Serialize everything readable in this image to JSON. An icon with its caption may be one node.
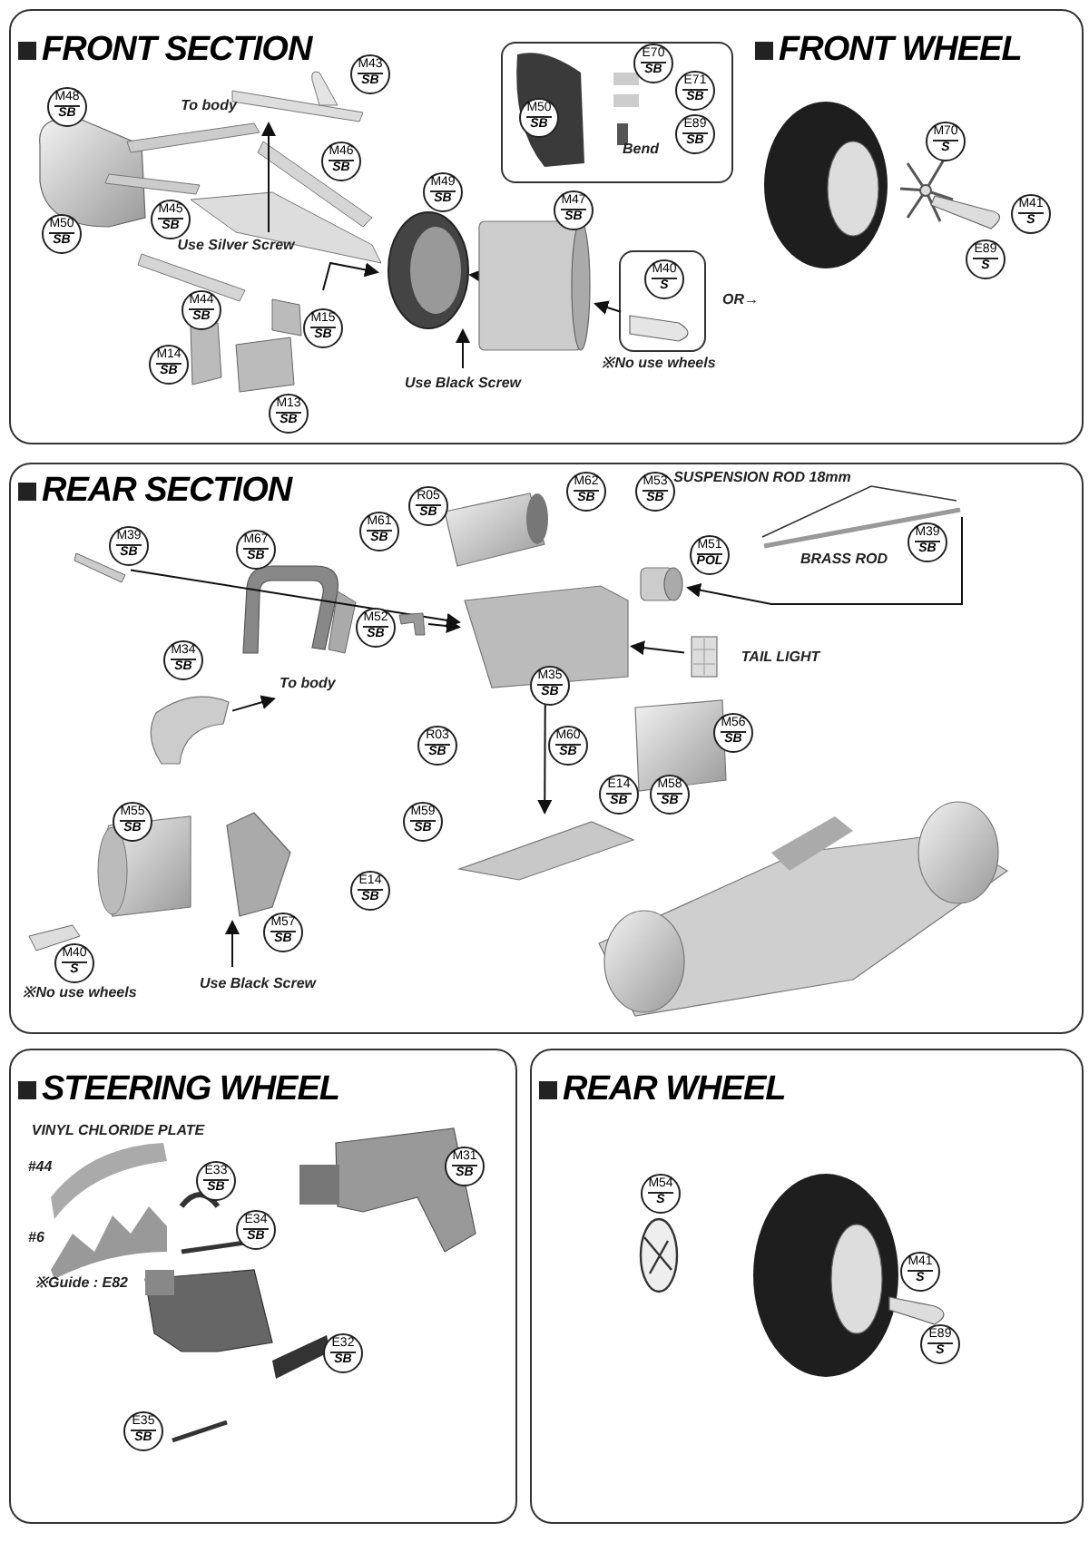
{
  "diagram": {
    "nodes": [
      {
        "text": [
          "FRONT SECTION",
          "FRONT WHEEL"
        ]
      },
      {
        "text": [],
        "shape": "box",
        "in": 0
      },
      {
        "text": [],
        "shape": "box",
        "in": 0
      },
      {
        "text": [
          "REAR SECTION"
        ]
      },
      {
        "text": [
          "STEERING WHEEL"
        ]
      },
      {
        "text": [
          "REAR WHEEL"
        ]
      },
      {
        "text": [
          "M48",
          "SB"
        ],
        "in": 0
      },
      {
        "text": [
          "M43",
          "SB"
        ],
        "in": 0
      },
      {
        "text": [
          "M46",
          "SB"
        ],
        "in": 0
      },
      {
        "text": [
          "M45",
          "SB"
        ],
        "in": 0
      },
      {
        "text": [
          "M50",
          "SB"
        ],
        "in": 0
      },
      {
        "text": [
          "M49",
          "SB"
        ],
        "in": 0
      },
      {
        "text": [
          "M47",
          "SB"
        ],
        "in": 0
      },
      {
        "text": [
          "M44",
          "SB"
        ],
        "in": 0
      },
      {
        "text": [
          "M15",
          "SB"
        ],
        "in": 0
      },
      {
        "text": [
          "M14",
          "SB"
        ],
        "in": 0
      },
      {
        "text": [
          "M13",
          "SB"
        ],
        "in": 0
      },
      {
        "text": [
          "M50",
          "SB"
        ],
        "in": 1
      },
      {
        "text": [
          "E70",
          "SB"
        ],
        "in": 1
      },
      {
        "text": [
          "E71",
          "SB"
        ],
        "in": 1
      },
      {
        "text": [
          "E89",
          "SB"
        ],
        "in": 1
      },
      {
        "text": [
          "M40",
          "S"
        ],
        "in": 2
      },
      {
        "text": [
          "M70",
          "S"
        ],
        "in": 0
      },
      {
        "text": [
          "M41",
          "S"
        ],
        "in": 0
      },
      {
        "text": [
          "E89",
          "S"
        ],
        "in": 0
      },
      {
        "text": [
          "M39",
          "SB"
        ],
        "in": 3
      },
      {
        "text": [
          "M67",
          "SB"
        ],
        "in": 3
      },
      {
        "text": [
          "M61",
          "SB"
        ],
        "in": 3
      },
      {
        "text": [
          "R05",
          "SB"
        ],
        "in": 3
      },
      {
        "text": [
          "M62",
          "SB"
        ],
        "in": 3
      },
      {
        "text": [
          "M53",
          "SB"
        ],
        "in": 3
      },
      {
        "text": [
          "M51",
          "POL"
        ],
        "in": 3
      },
      {
        "text": [
          "M39",
          "SB"
        ],
        "in": 3
      },
      {
        "text": [
          "M52",
          "SB"
        ],
        "in": 3
      },
      {
        "text": [
          "M34",
          "SB"
        ],
        "in": 3
      },
      {
        "text": [
          "M35",
          "SB"
        ],
        "in": 3
      },
      {
        "text": [
          "M56",
          "SB"
        ],
        "in": 3
      },
      {
        "text": [
          "R03",
          "SB"
        ],
        "in": 3
      },
      {
        "text": [
          "M60",
          "SB"
        ],
        "in": 3
      },
      {
        "text": [
          "E14",
          "SB"
        ],
        "in": 3
      },
      {
        "text": [
          "M58",
          "SB"
        ],
        "in": 3
      },
      {
        "text": [
          "M59",
          "SB"
        ],
        "in": 3
      },
      {
        "text": [
          "M55",
          "SB"
        ],
        "in": 3
      },
      {
        "text": [
          "E14",
          "SB"
        ],
        "in": 3
      },
      {
        "text": [
          "M57",
          "SB"
        ],
        "in": 3
      },
      {
        "text": [
          "M40",
          "S"
        ],
        "in": 3
      },
      {
        "text": [
          "E33",
          "SB"
        ],
        "in": 4
      },
      {
        "text": [
          "E34",
          "SB"
        ],
        "in": 4
      },
      {
        "text": [
          "M31",
          "SB"
        ],
        "in": 4
      },
      {
        "text": [
          "E32",
          "SB"
        ],
        "in": 4
      },
      {
        "text": [
          "E35",
          "SB"
        ],
        "in": 4
      },
      {
        "text": [
          "M54",
          "S"
        ],
        "in": 5
      },
      {
        "text": [
          "M41",
          "S"
        ],
        "in": 5
      },
      {
        "text": [
          "E89",
          "S"
        ],
        "in": 5
      },
      {
        "text": [],
        "shape": "picture",
        "in": 0
      },
      {
        "text": [],
        "shape": "cylinder",
        "in": 0
      },
      {
        "text": [],
        "shape": "picture",
        "in": 2
      },
      {
        "text": [],
        "shape": "bar",
        "in": 3
      },
      {
        "text": [],
        "shape": "picture",
        "in": 3
      },
      {
        "text": [],
        "shape": "picture",
        "in": 3
      },
      {
        "text": [],
        "shape": "picture",
        "in": 3
      },
      {
        "text": [],
        "shape": "picture",
        "in": 3
      },
      {
        "text": [],
        "shape": "cylinder",
        "in": 3
      },
      {
        "text": [],
        "shape": "box",
        "in": 3
      },
      {
        "text": [],
        "shape": "picture",
        "in": 3
      },
      {
        "text": [
          "To body"
        ],
        "in": 3
      }
    ],
    "edges": [
      {
        "from": 55,
        "to": 54,
        "arrow": "to"
      },
      {
        "from": 56,
        "to": 55,
        "arrow": "to"
      },
      {
        "from": 57,
        "to": 58,
        "arrow": "to"
      },
      {
        "from": 64,
        "to": 58,
        "arrow": "to"
      },
      {
        "from": 58,
        "to": 59,
        "arrow": "to"
      },
      {
        "from": 60,
        "to": 65,
        "arrow": "to"
      },
      {
        "from": 61,
        "to": 62,
        "arrow": "to"
      },
      {
        "from": 63,
        "to": 58,
        "arrow": "to"
      }
    ],
    "labels": [
      "To body",
      "Use Silver Screw",
      "Bend",
      "OR→",
      "※No use wheels",
      "Use Black Screw",
      "SUSPENSION ROD 18mm",
      "BRASS ROD",
      "TAIL LIGHT",
      "※No use wheels",
      "Use Black Screw",
      "VINYL CHLORIDE PLATE",
      "#44",
      "#6",
      "※Guide : E82"
    ]
  }
}
